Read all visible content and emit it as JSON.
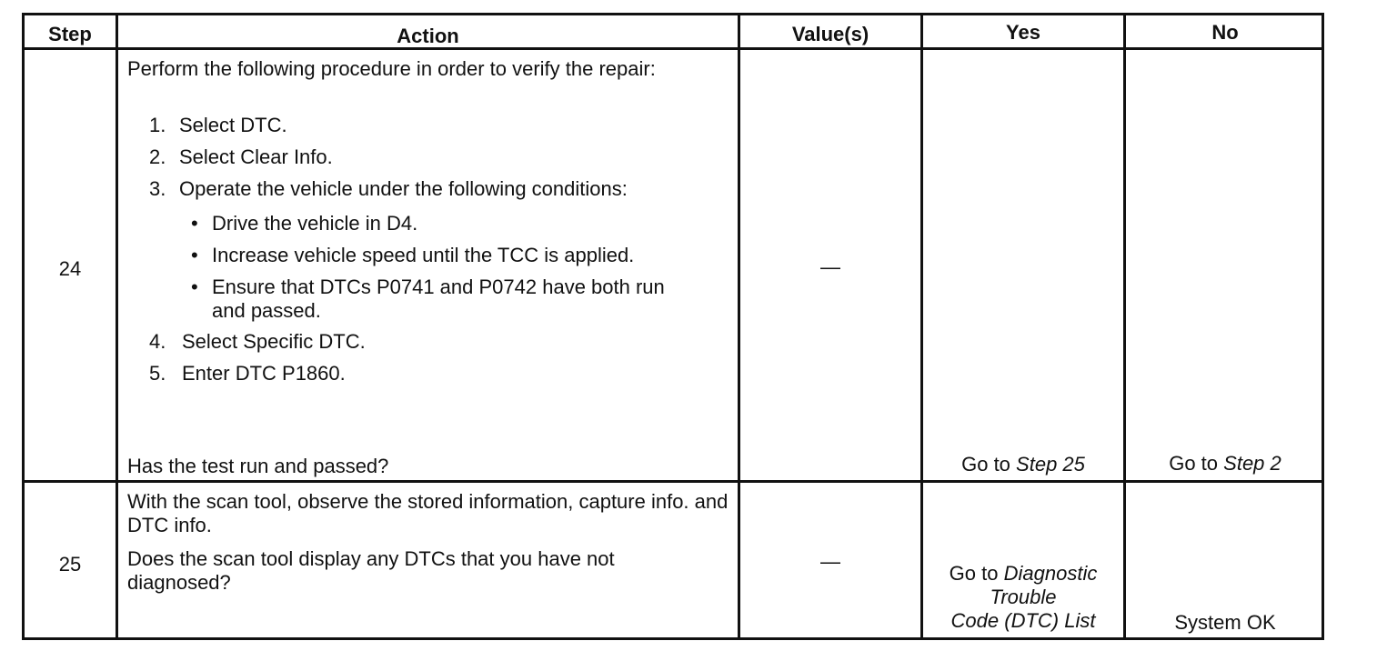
{
  "headers": {
    "step": "Step",
    "action": "Action",
    "values": "Value(s)",
    "yes": "Yes",
    "no": "No"
  },
  "rows": [
    {
      "step": "24",
      "intro": "Perform the following procedure in order to verify the repair:",
      "items": [
        {
          "num": "1.",
          "text": "Select DTC."
        },
        {
          "num": "2.",
          "text": "Select Clear Info."
        },
        {
          "num": "3.",
          "text": "Operate the vehicle under the following conditions:"
        }
      ],
      "bullets": [
        "Drive the vehicle in D4.",
        "Increase vehicle speed until the TCC is applied.",
        "Ensure that DTCs P0741 and P0742 have both run and passed."
      ],
      "items2": [
        {
          "num": "4.",
          "text": "Select Specific DTC."
        },
        {
          "num": "5.",
          "text": "Enter DTC P1860."
        }
      ],
      "question": "Has the test run and passed?",
      "value": "—",
      "yes_prefix": "Go to",
      "yes_ref": "Step 25",
      "no_prefix": "Go to",
      "no_ref": "Step 2"
    },
    {
      "step": "25",
      "intro": "With the scan tool, observe the stored information, capture info. and DTC info.",
      "question": "Does the scan tool display any DTCs that you have not diagnosed?",
      "value": "—",
      "yes_prefix": "Go to",
      "yes_ref_line1": "Diagnostic",
      "yes_ref_line2": "Trouble",
      "yes_ref_line3": "Code (DTC) List",
      "no_text": "System OK"
    }
  ]
}
